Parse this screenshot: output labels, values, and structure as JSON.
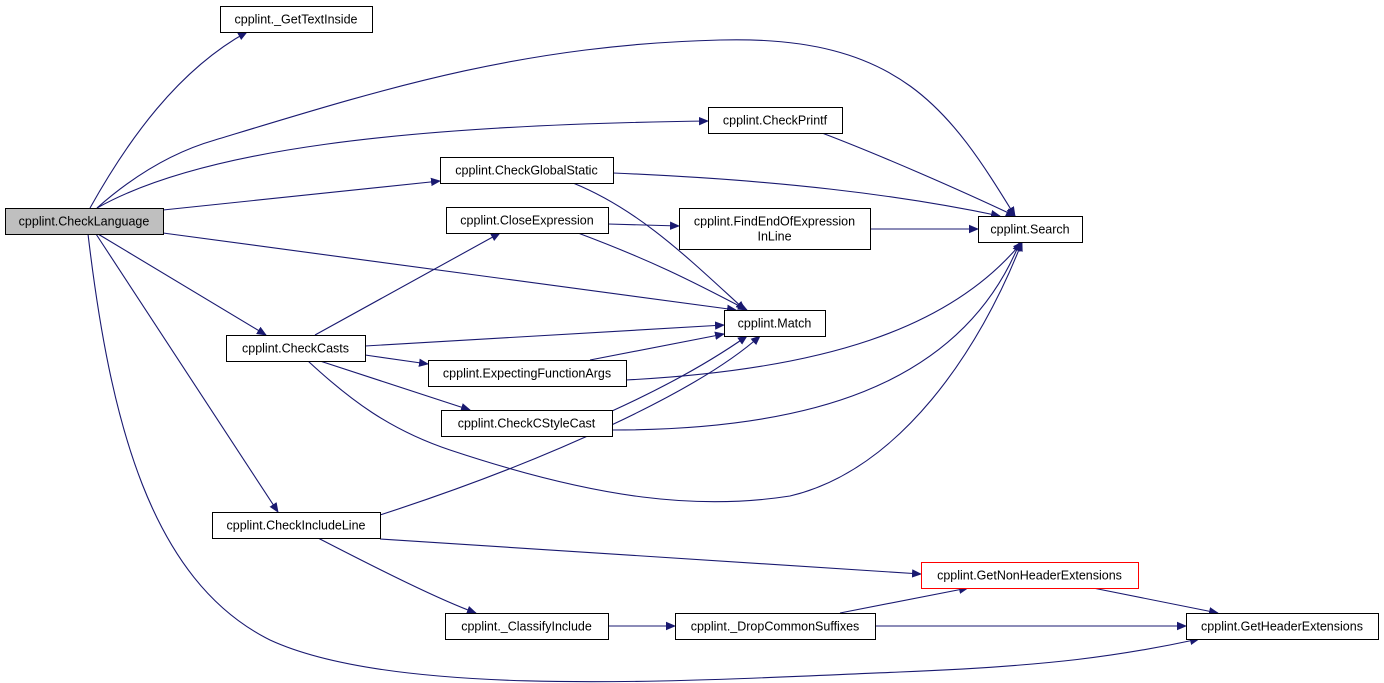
{
  "colors": {
    "edge": "#191970",
    "node_border": "#000000",
    "node_border_truncated": "#ff0000",
    "node_fill": "#ffffff",
    "node_fill_root": "#bfbfbf"
  },
  "nodes": [
    {
      "id": "checklanguage",
      "lines": [
        "cpplint.CheckLanguage"
      ],
      "root": true
    },
    {
      "id": "gettextinside",
      "lines": [
        "cpplint._GetTextInside"
      ]
    },
    {
      "id": "checkprintf",
      "lines": [
        "cpplint.CheckPrintf"
      ]
    },
    {
      "id": "checkglobalstatic",
      "lines": [
        "cpplint.CheckGlobalStatic"
      ]
    },
    {
      "id": "closeexpression",
      "lines": [
        "cpplint.CloseExpression"
      ]
    },
    {
      "id": "findendofexpressioninline",
      "lines": [
        "cpplint.FindEndOfExpression",
        "InLine"
      ]
    },
    {
      "id": "search",
      "lines": [
        "cpplint.Search"
      ]
    },
    {
      "id": "match",
      "lines": [
        "cpplint.Match"
      ]
    },
    {
      "id": "checkcasts",
      "lines": [
        "cpplint.CheckCasts"
      ]
    },
    {
      "id": "expectingfunctionargs",
      "lines": [
        "cpplint.ExpectingFunctionArgs"
      ]
    },
    {
      "id": "checkcstylecast",
      "lines": [
        "cpplint.CheckCStyleCast"
      ]
    },
    {
      "id": "checkincludeline",
      "lines": [
        "cpplint.CheckIncludeLine"
      ]
    },
    {
      "id": "getnonheaderextensions",
      "lines": [
        "cpplint.GetNonHeaderExtensions"
      ],
      "truncated": true
    },
    {
      "id": "classifyinclude",
      "lines": [
        "cpplint._ClassifyInclude"
      ]
    },
    {
      "id": "dropcommonsuffixes",
      "lines": [
        "cpplint._DropCommonSuffixes"
      ]
    },
    {
      "id": "getheaderextensions",
      "lines": [
        "cpplint.GetHeaderExtensions"
      ]
    }
  ],
  "edges": [
    {
      "from": "checklanguage",
      "to": "gettextinside"
    },
    {
      "from": "checklanguage",
      "to": "search"
    },
    {
      "from": "checklanguage",
      "to": "checkprintf"
    },
    {
      "from": "checklanguage",
      "to": "checkglobalstatic"
    },
    {
      "from": "checklanguage",
      "to": "match"
    },
    {
      "from": "checklanguage",
      "to": "checkcasts"
    },
    {
      "from": "checklanguage",
      "to": "checkincludeline"
    },
    {
      "from": "checklanguage",
      "to": "getheaderextensions"
    },
    {
      "from": "checkprintf",
      "to": "search"
    },
    {
      "from": "checkglobalstatic",
      "to": "search"
    },
    {
      "from": "checkglobalstatic",
      "to": "match"
    },
    {
      "from": "closeexpression",
      "to": "findendofexpressioninline"
    },
    {
      "from": "closeexpression",
      "to": "match"
    },
    {
      "from": "findendofexpressioninline",
      "to": "search"
    },
    {
      "from": "checkcasts",
      "to": "closeexpression"
    },
    {
      "from": "checkcasts",
      "to": "match"
    },
    {
      "from": "checkcasts",
      "to": "expectingfunctionargs"
    },
    {
      "from": "checkcasts",
      "to": "checkcstylecast"
    },
    {
      "from": "checkcasts",
      "to": "search"
    },
    {
      "from": "expectingfunctionargs",
      "to": "match"
    },
    {
      "from": "expectingfunctionargs",
      "to": "search"
    },
    {
      "from": "checkcstylecast",
      "to": "match"
    },
    {
      "from": "checkcstylecast",
      "to": "search"
    },
    {
      "from": "checkincludeline",
      "to": "match"
    },
    {
      "from": "checkincludeline",
      "to": "getnonheaderextensions"
    },
    {
      "from": "checkincludeline",
      "to": "classifyinclude"
    },
    {
      "from": "classifyinclude",
      "to": "dropcommonsuffixes"
    },
    {
      "from": "dropcommonsuffixes",
      "to": "getnonheaderextensions"
    },
    {
      "from": "dropcommonsuffixes",
      "to": "getheaderextensions"
    },
    {
      "from": "getnonheaderextensions",
      "to": "getheaderextensions"
    }
  ]
}
